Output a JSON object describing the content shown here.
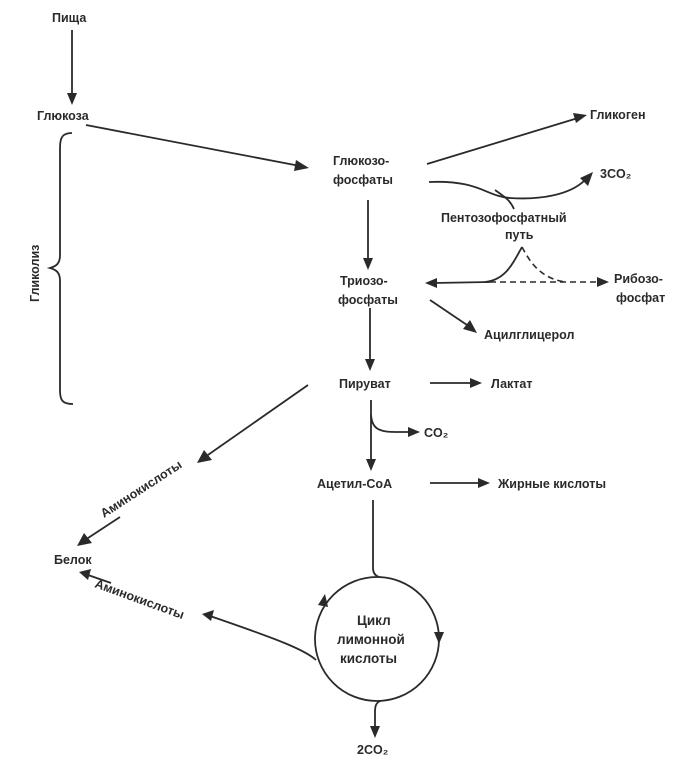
{
  "diagram": {
    "title": "Metabolic pathways of glucose",
    "nodes": {
      "food": "Пища",
      "glucose": "Глюкоза",
      "glycogen": "Гликоген",
      "glucose_phosphates_1": "Глюкозо-",
      "glucose_phosphates_2": "фосфаты",
      "co2_3": "3CO₂",
      "pentose_path_1": "Пентозофосфатный",
      "pentose_path_2": "путь",
      "triose_phosphates_1": "Триозо-",
      "triose_phosphates_2": "фосфаты",
      "ribose_phosphate_1": "Рибозо-",
      "ribose_phosphate_2": "фосфат",
      "acylglycerol": "Ацилглицерол",
      "glycolysis": "Гликолиз",
      "pyruvate": "Пируват",
      "lactate": "Лактат",
      "co2": "CO₂",
      "acetyl_coa": "Ацетил-CoA",
      "fatty_acids": "Жирные кислоты",
      "protein": "Белок",
      "amino_acids_upper": "Аминокислоты",
      "amino_acids_lower": "Аминокислоты",
      "citric_cycle_1": "Цикл",
      "citric_cycle_2": "лимонной",
      "citric_cycle_3": "кислоты",
      "co2_2": "2CO₂"
    },
    "edges": [
      {
        "from": "Пища",
        "to": "Глюкоза"
      },
      {
        "from": "Глюкоза",
        "to": "Глюкозофосфаты"
      },
      {
        "from": "Глюкозофосфаты",
        "to": "Гликоген"
      },
      {
        "from": "Глюкозофосфаты",
        "to": "3CO₂",
        "via": "Пентозофосфатный путь"
      },
      {
        "from": "Глюкозофосфаты",
        "to": "Триозофосфаты"
      },
      {
        "from": "Пентозофосфатный путь",
        "to": "Триозофосфаты"
      },
      {
        "from": "Пентозофосфатный путь",
        "to": "Рибозофосфат",
        "style": "dashed"
      },
      {
        "from": "Триозофосфаты",
        "to": "Ацилглицерол"
      },
      {
        "from": "Триозофосфаты",
        "to": "Пируват"
      },
      {
        "from": "Пируват",
        "to": "Лактат"
      },
      {
        "from": "Пируват",
        "to": "CO₂"
      },
      {
        "from": "Пируват",
        "to": "Ацетил-CoA"
      },
      {
        "from": "Пируват",
        "to": "Белок",
        "label": "Аминокислоты"
      },
      {
        "from": "Ацетил-CoA",
        "to": "Жирные кислоты"
      },
      {
        "from": "Ацетил-CoA",
        "to": "Цикл лимонной кислоты"
      },
      {
        "from": "Цикл лимонной кислоты",
        "to": "Белок",
        "label": "Аминокислоты"
      },
      {
        "from": "Цикл лимонной кислоты",
        "to": "2CO₂"
      }
    ],
    "brace_label": "Гликолиз"
  }
}
